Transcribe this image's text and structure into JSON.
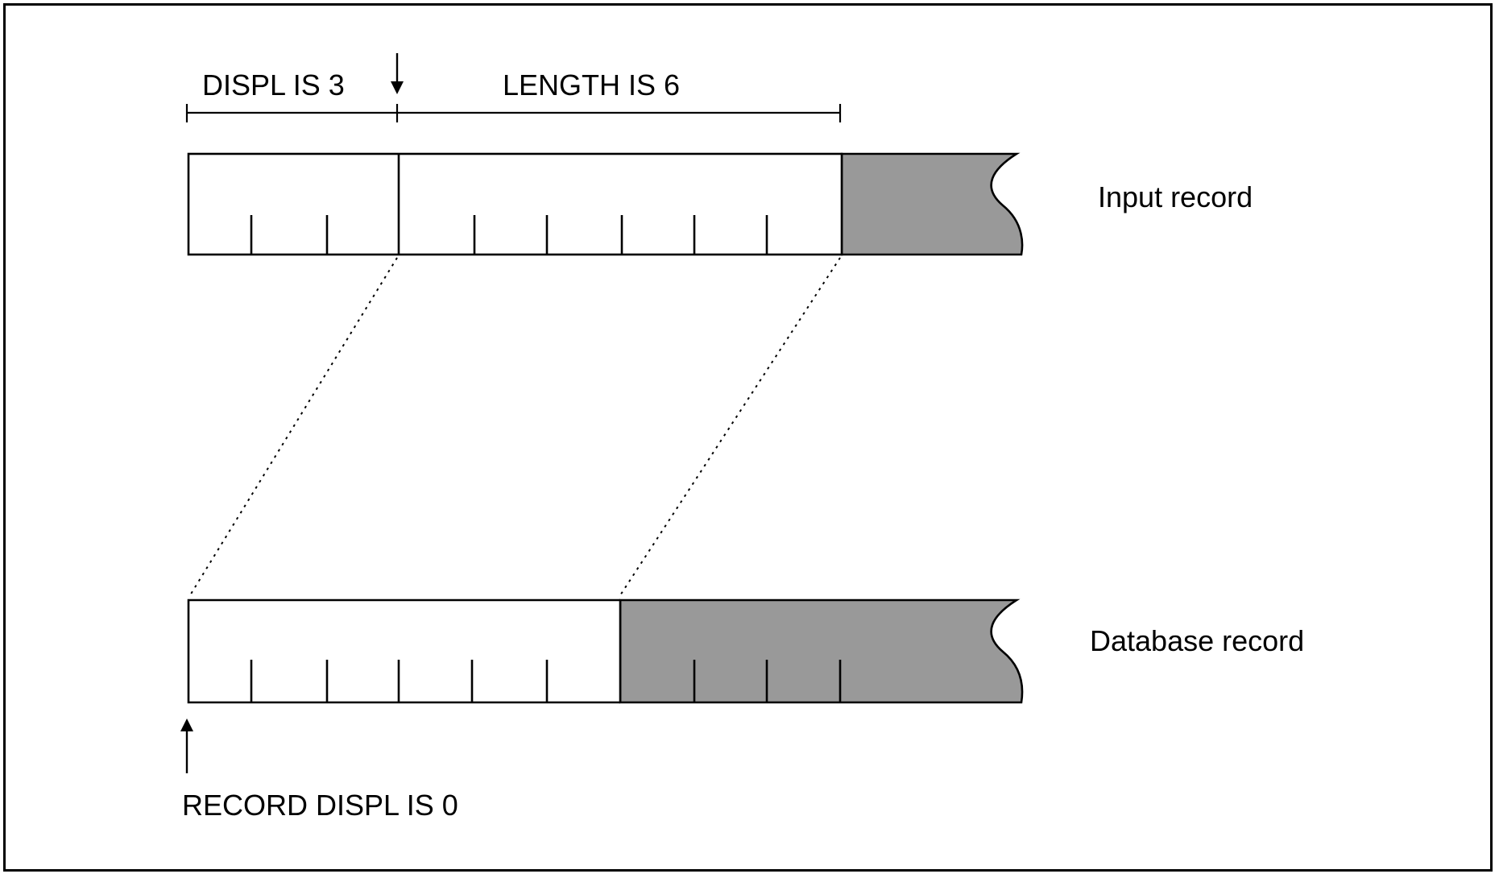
{
  "labels": {
    "displ": "DISPL IS 3",
    "length": "LENGTH IS 6",
    "input_record": "Input record",
    "database_record": "Database record",
    "record_displ": "RECORD DISPL IS 0"
  },
  "colors": {
    "shaded_area": "#999999",
    "line": "#000000",
    "background": "#ffffff"
  }
}
